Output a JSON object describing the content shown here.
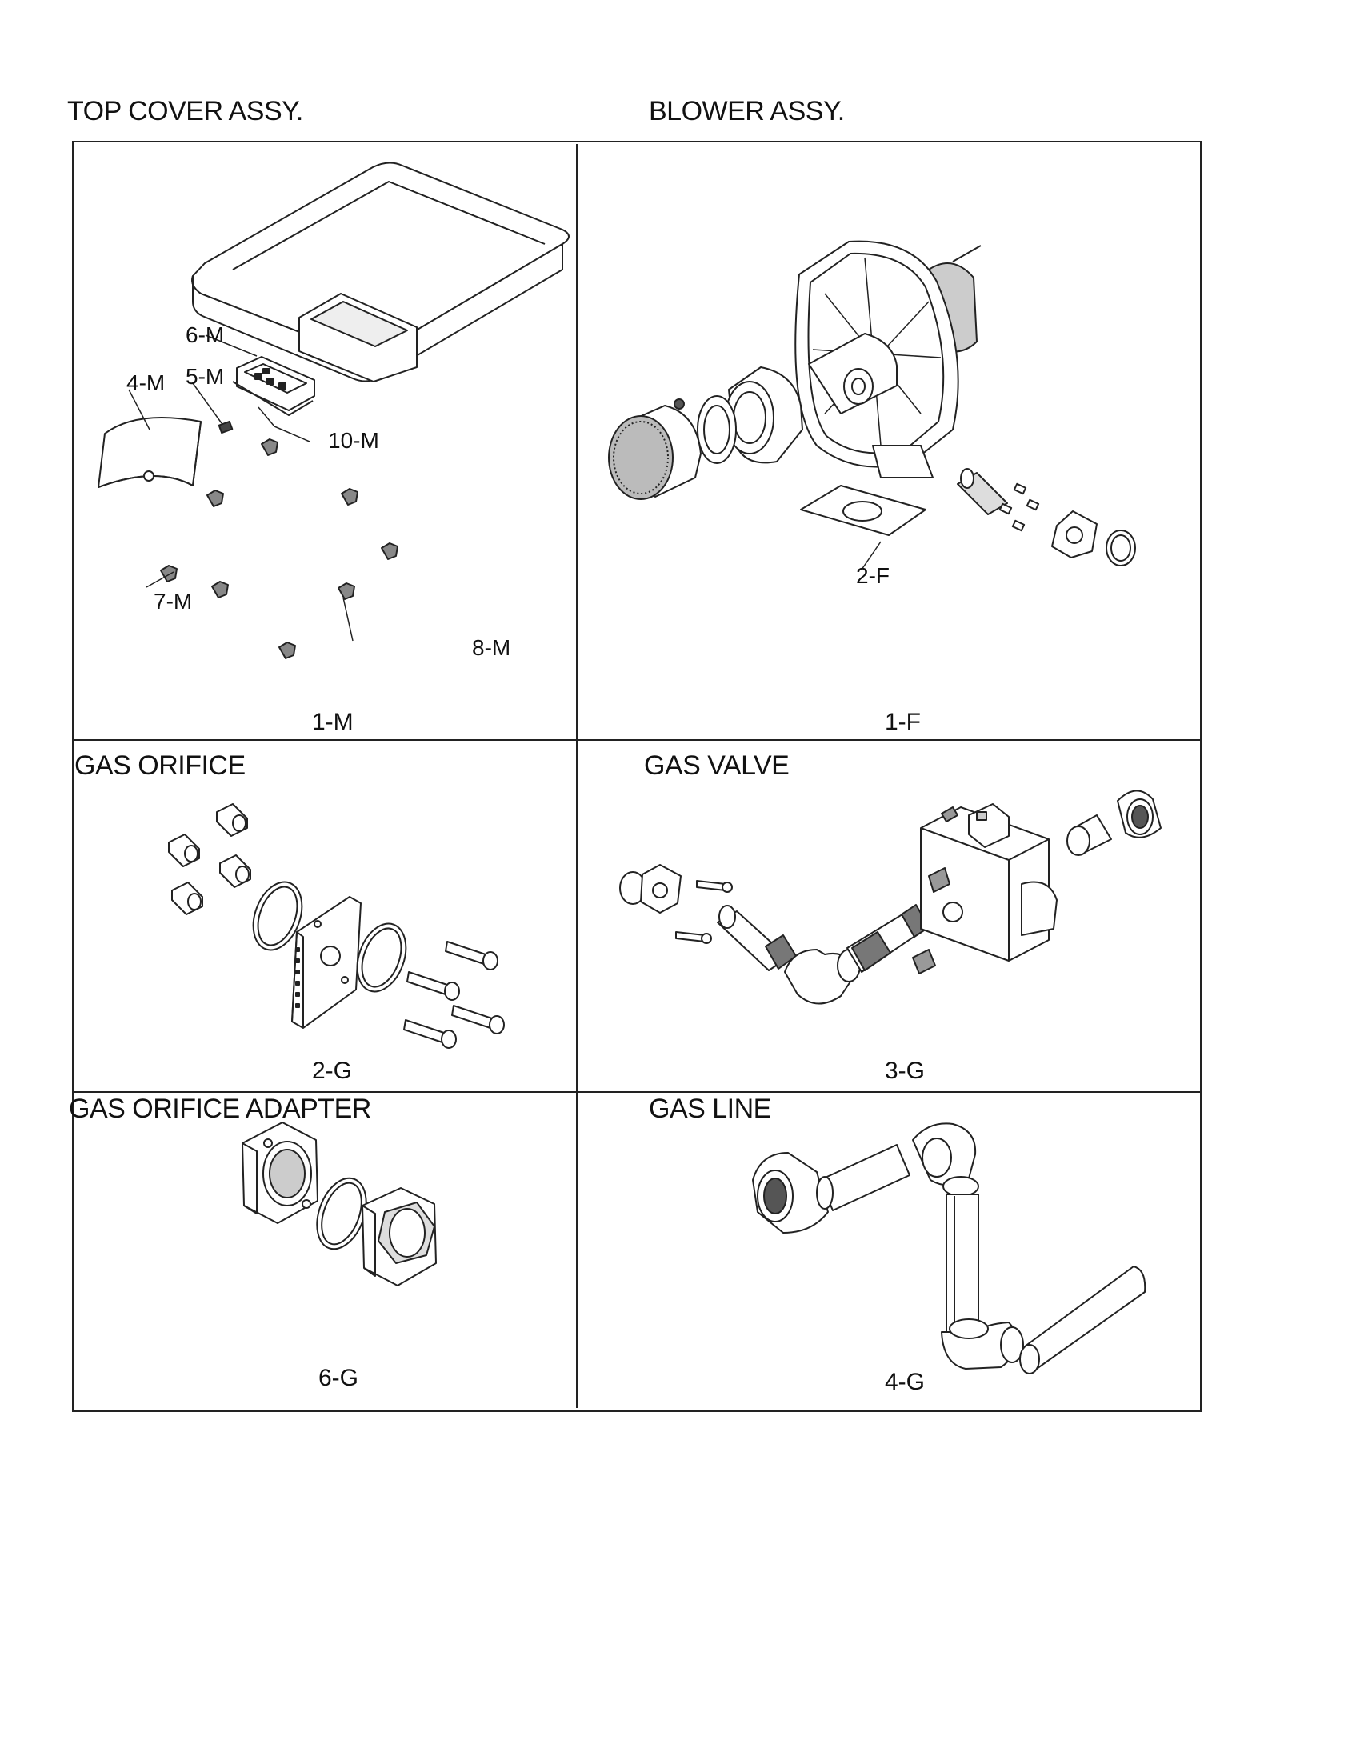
{
  "headers": {
    "top_cover": "TOP COVER ASSY.",
    "blower": "BLOWER ASSY."
  },
  "panels": {
    "top_cover": {
      "part": "1-M",
      "callouts": [
        "6-M",
        "5-M",
        "4-M",
        "10-M",
        "7-M",
        "8-M"
      ]
    },
    "blower": {
      "part": "1-F",
      "callouts": [
        "2-F"
      ]
    },
    "gas_orifice": {
      "title": "GAS ORIFICE",
      "part": "2-G"
    },
    "gas_valve": {
      "title": "GAS VALVE",
      "part": "3-G"
    },
    "gas_orifice_adapter": {
      "title": "GAS ORIFICE ADAPTER",
      "part": "6-G"
    },
    "gas_line": {
      "title": "GAS LINE",
      "part": "4-G"
    }
  }
}
